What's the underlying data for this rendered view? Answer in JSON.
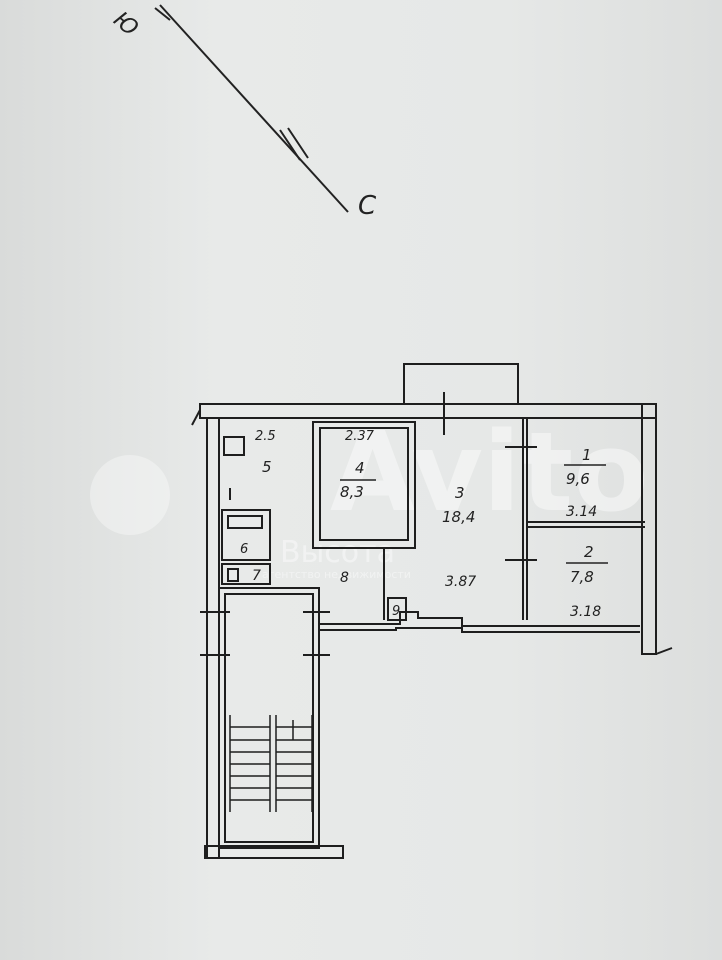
{
  "compass": {
    "south": "Ю",
    "north": "С"
  },
  "rooms": [
    {
      "number": "1",
      "area": "9,6",
      "width": "3.14"
    },
    {
      "number": "2",
      "area": "7,8",
      "width": "3.18"
    },
    {
      "number": "3",
      "area": "18,4",
      "width": "3.87"
    },
    {
      "number": "4",
      "area": "8,3",
      "width": "2.37"
    },
    {
      "number": "5",
      "width": "2.5"
    },
    {
      "number": "6"
    },
    {
      "number": "7"
    },
    {
      "number": "8"
    },
    {
      "number": "9"
    }
  ],
  "watermark": {
    "brand": "Avito",
    "agency": "Высота",
    "agency_sub": "агентство недвижимости"
  },
  "colors": {
    "ink": "#1e1e1e",
    "paper": "#e4e6e5"
  }
}
